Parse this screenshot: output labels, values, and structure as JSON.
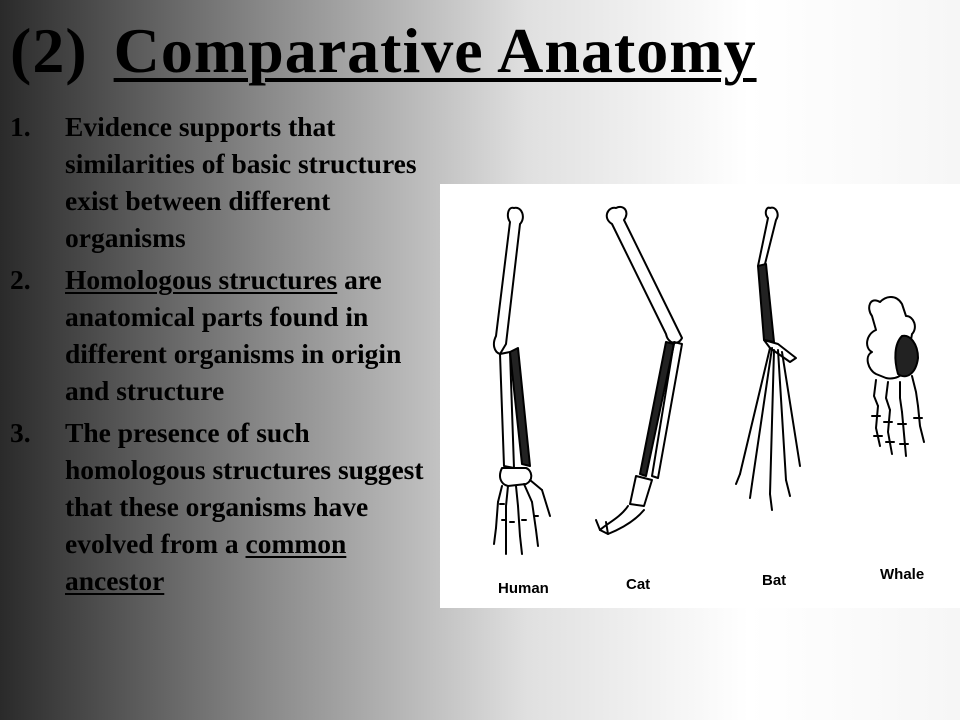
{
  "title": {
    "number": "(2)",
    "text": "Comparative Anatomy"
  },
  "points": [
    {
      "number": "1.",
      "text": "Evidence supports that similarities of basic structures exist between different organisms"
    },
    {
      "number": "2.",
      "term": "Homologous structures",
      "text": "are anatomical parts found in different organisms in origin and structure"
    },
    {
      "number": "3.",
      "text_before": "The presence of such homologous structures suggest that these organisms have evolved from a",
      "term": "common ancestor"
    }
  ],
  "figure": {
    "labels": {
      "human": "Human",
      "cat": "Cat",
      "bat": "Bat",
      "whale": "Whale"
    }
  }
}
